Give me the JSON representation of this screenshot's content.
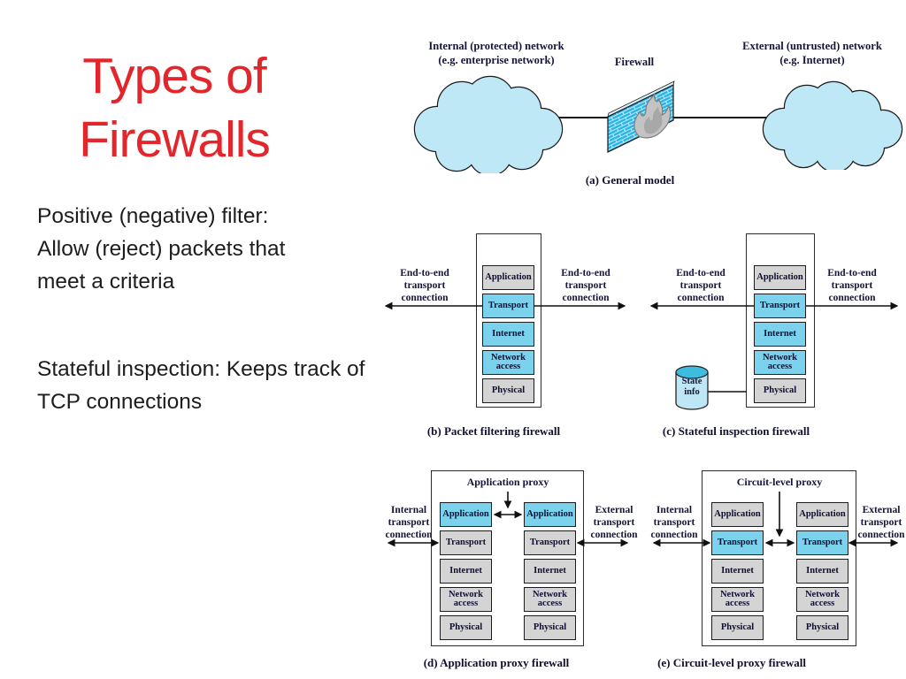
{
  "slide": {
    "title_line1": "Types of",
    "title_line2": "Firewalls",
    "bullet1": [
      "Positive (negative) filter:",
      "Allow (reject) packets that",
      "meet a criteria"
    ],
    "bullet2": [
      "Stateful inspection: Keeps track of",
      "TCP connections"
    ]
  },
  "layers": [
    "Application",
    "Transport",
    "Internet",
    "Network access",
    "Physical"
  ],
  "stack_schemes": {
    "filter": [
      0,
      1,
      1,
      1,
      0
    ],
    "app_proxy": [
      1,
      0,
      0,
      0,
      0
    ],
    "circuit": [
      0,
      1,
      0,
      0,
      0
    ]
  },
  "diagram_a": {
    "internal_label": [
      "Internal (protected) network",
      "(e.g. enterprise network)"
    ],
    "firewall_label": "Firewall",
    "external_label": [
      "External (untrusted) network",
      "(e.g. Internet)"
    ],
    "caption": "(a) General model"
  },
  "diagram_b": {
    "left_connection": [
      "End-to-end",
      "transport",
      "connection"
    ],
    "right_connection": [
      "End-to-end",
      "transport",
      "connection"
    ],
    "caption": "(b) Packet filtering firewall"
  },
  "diagram_c": {
    "left_connection": [
      "End-to-end",
      "transport",
      "connection"
    ],
    "right_connection": [
      "End-to-end",
      "transport",
      "connection"
    ],
    "state_db": [
      "State",
      "info"
    ],
    "caption": "(c) Stateful inspection firewall"
  },
  "diagram_d": {
    "proxy_label": "Application proxy",
    "left_connection": [
      "Internal",
      "transport",
      "connection"
    ],
    "right_connection": [
      "External",
      "transport",
      "connection"
    ],
    "caption": "(d) Application proxy firewall"
  },
  "diagram_e": {
    "proxy_label": "Circuit-level proxy",
    "left_connection": [
      "Internal",
      "transport",
      "connection"
    ],
    "right_connection": [
      "External",
      "transport",
      "connection"
    ],
    "caption": "(e) Circuit-level proxy firewall"
  },
  "colors": {
    "title_red": "#e3262b",
    "layer_cyan": "#7bd2ec",
    "layer_gray": "#d4d4d4",
    "cloud_blue": "#bfe8f6",
    "brick_cyan": "#2ab5e8",
    "cylinder_top": "#3ebce0",
    "cylinder_body": "#bfe6f4",
    "label_navy": "#15153a"
  }
}
